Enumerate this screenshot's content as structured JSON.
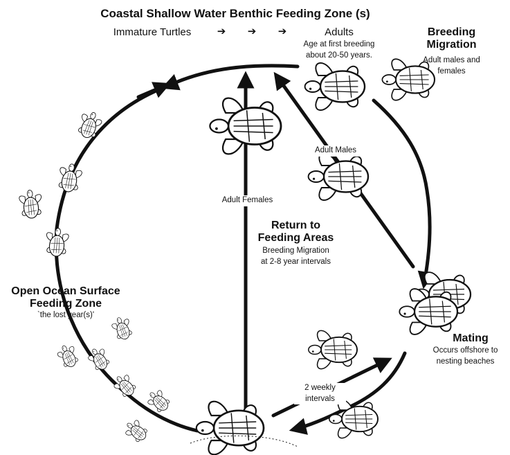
{
  "title": "Coastal Shallow Water Benthic Feeding Zone (s)",
  "stage_sequence": {
    "start": "Immature Turtles",
    "arrows": [
      "➔",
      "➔",
      "➔"
    ],
    "end": "Adults"
  },
  "adults_note": "Age at first breeding\nabout 20-50 years.",
  "breeding_migration": {
    "title": "Breeding\nMigration",
    "note": "Adult males and\nfemales"
  },
  "adult_males_label": "Adult Males",
  "adult_females_label": "Adult Females",
  "return_to_feeding": {
    "title": "Return to\nFeeding Areas",
    "note": "Breeding Migration\nat 2-8 year intervals"
  },
  "open_ocean": {
    "title": "Open Ocean Surface\nFeeding Zone",
    "note": "`the lost year(s)'"
  },
  "mating": {
    "title": "Mating",
    "note": "Occurs offshore to\nnesting beaches"
  },
  "nesting_interval_label": "2 weekly\nintervals",
  "colors": {
    "ink": "#111111",
    "background": "#ffffff"
  }
}
